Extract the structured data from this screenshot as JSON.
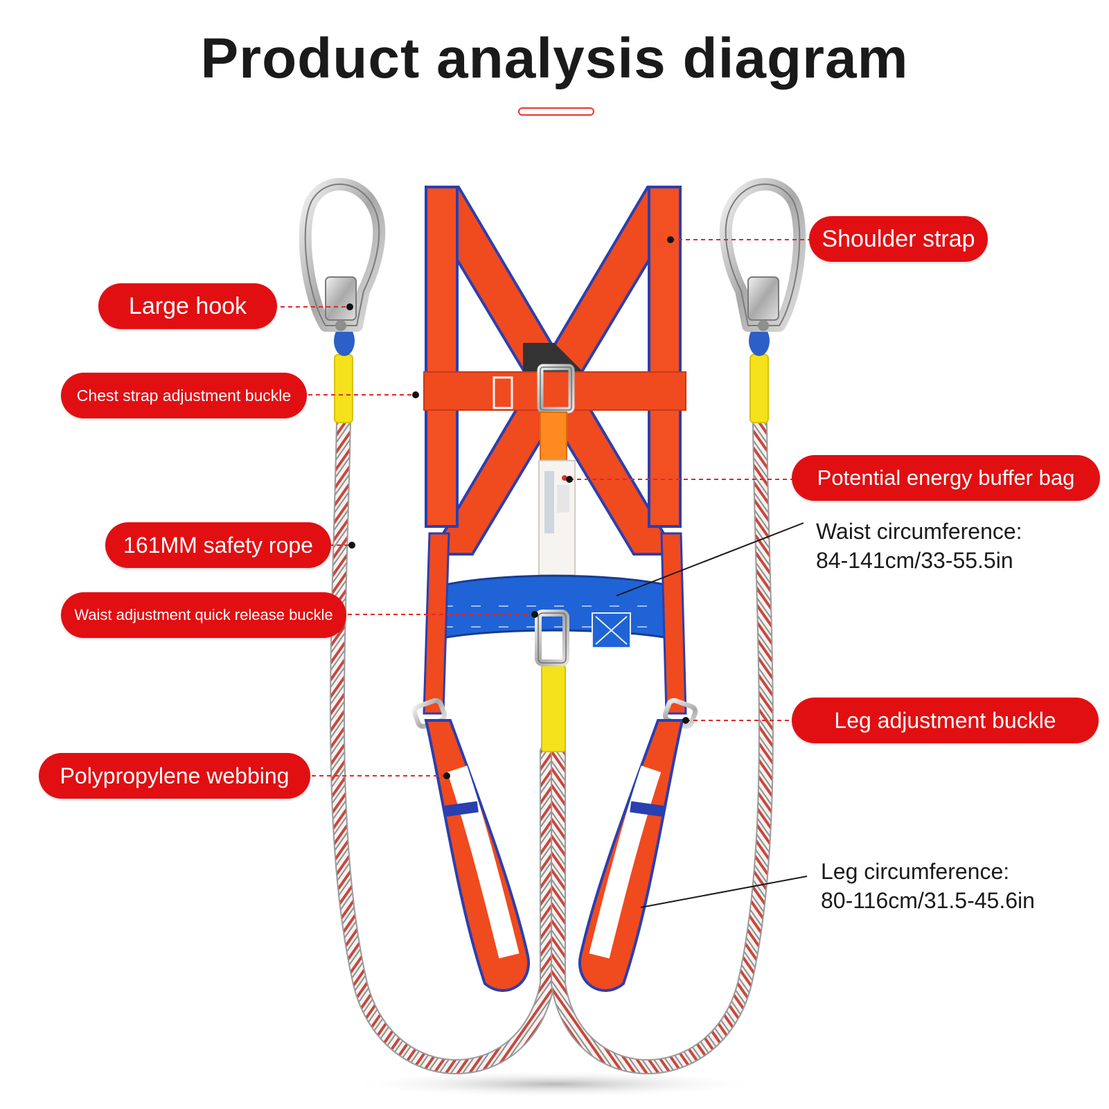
{
  "title": "Product analysis diagram",
  "labels": {
    "shoulder_strap": "Shoulder strap",
    "large_hook": "Large hook",
    "chest_buckle": "Chest strap adjustment buckle",
    "buffer_bag": "Potential energy buffer bag",
    "safety_rope": "161MM safety rope",
    "waist_buckle": "Waist adjustment quick release buckle",
    "leg_buckle": "Leg adjustment buckle",
    "webbing": "Polypropylene webbing"
  },
  "specs": {
    "waist_line1": "Waist circumference:",
    "waist_line2": "84-141cm/33-55.5in",
    "leg_line1": "Leg circumference:",
    "leg_line2": "80-116cm/31.5-45.6in"
  },
  "colors": {
    "label_bg": "#e10f12",
    "strap_orange": "#f04a1f",
    "strap_edge_blue": "#2a3fb0",
    "waist_belt_blue": "#1f63d6",
    "rope_red": "#d9302a",
    "rope_yellow": "#f5e21a"
  }
}
